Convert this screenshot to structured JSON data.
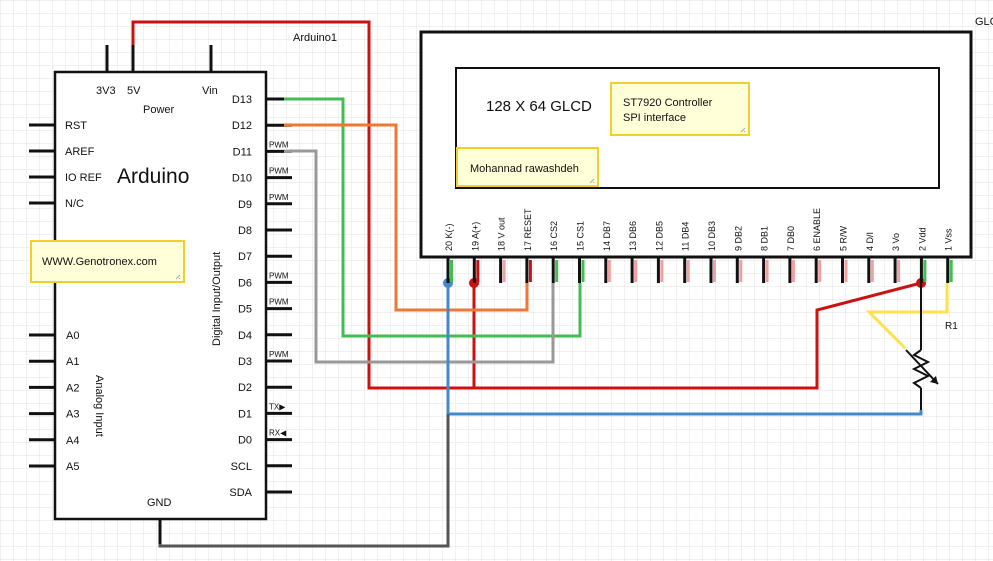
{
  "arduino": {
    "part_label": "Arduino1",
    "title": "Arduino",
    "power_label": "Power",
    "power_pins": [
      "3V3",
      "5V",
      "Vin"
    ],
    "left_pins": [
      "RST",
      "AREF",
      "IO REF",
      "N/C"
    ],
    "analog_pins": [
      "A0",
      "A1",
      "A2",
      "A3",
      "A4",
      "A5"
    ],
    "analog_label": "Analog Input",
    "digital_pins": [
      "D13",
      "D12",
      "D11",
      "D10",
      "D9",
      "D8",
      "D7",
      "D6",
      "D5",
      "D4",
      "D3",
      "D2",
      "D1",
      "D0",
      "SCL",
      "SDA"
    ],
    "pin_tags": [
      "",
      "",
      "PWM",
      "PWM",
      "PWM",
      "",
      "",
      "PWM",
      "PWM",
      "",
      "PWM",
      "",
      "TX▶",
      "RX◀",
      "",
      ""
    ],
    "digital_label": "Digital Input/Output",
    "gnd_label": "GND"
  },
  "lcd": {
    "part_label": "GLC",
    "title": "128 X 64 GLCD",
    "pins": [
      "20 K(-)",
      "19 A(+)",
      "18 V out",
      "17 RESET",
      "16 CS2",
      "15 CS1",
      "14 DB7",
      "13 DB6",
      "12 DB5",
      "11 DB4",
      "10 DB3",
      "9 DB2",
      "8 DB1",
      "7 DB0",
      "6 ENABLE",
      "5 R/W",
      "4 D/I",
      "3 Vo",
      "2 Vdd",
      "1 Vss"
    ]
  },
  "notes": {
    "controller_line1": "ST7920 Controller",
    "controller_line2": "SPI  interface",
    "author": "Mohannad rawashdeh",
    "website": "WWW.Genotronex.com"
  },
  "resistor": {
    "label": "R1"
  },
  "colors": {
    "red": "#cc1111",
    "green": "#44bb55",
    "orange": "#ee7733",
    "gray": "#999999",
    "blue": "#4488cc",
    "yellow": "#ffe14d",
    "dark": "#555555",
    "grid": "#e3e3e3",
    "note_fill": "#ffffd8",
    "note_border": "#f0d030"
  }
}
